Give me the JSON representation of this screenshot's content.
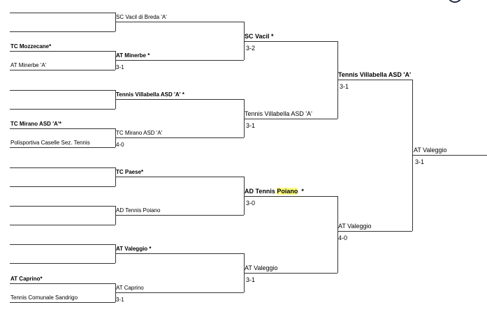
{
  "round1": [
    {
      "top": "",
      "bottom": "",
      "winner": "SC Vacil di Breda 'A'",
      "score": ""
    },
    {
      "top": "TC Mozzecane*",
      "bottom": "AT Minerbe 'A'",
      "winner": "AT Minerbe *",
      "score": "3-1"
    },
    {
      "top": "",
      "bottom": "",
      "winner": "Tennis Villabella ASD 'A'  *",
      "score": ""
    },
    {
      "top": "TC Mirano ASD 'A'*",
      "bottom": "Polisportiva Caselle Sez. Tennis",
      "winner": "TC Mirano ASD 'A'",
      "score": "4-0"
    },
    {
      "top": "",
      "bottom": "",
      "winner": "TC Paese*",
      "score": ""
    },
    {
      "top": "",
      "bottom": "",
      "winner": "AD Tennis Poiano",
      "score": ""
    },
    {
      "top": "",
      "bottom": "",
      "winner": "AT Valeggio  *",
      "score": ""
    },
    {
      "top": "AT Caprino*",
      "bottom": "Tennis Comunale Sandrigo",
      "winner": "AT Caprino",
      "score": "3-1"
    }
  ],
  "round2": [
    {
      "winner": "SC Vacil *",
      "score": "3-2"
    },
    {
      "winner": "Tennis Villabella ASD 'A'",
      "score": "3-1"
    },
    {
      "winner_prefix": "AD Tennis ",
      "winner_highlight": "Poiano",
      "winner_suffix": "  *",
      "score": "3-0"
    },
    {
      "winner": "AT Valeggio",
      "score": "3-1"
    }
  ],
  "round3": [
    {
      "winner": "Tennis Villabella ASD 'A'",
      "score": "3-1"
    },
    {
      "winner": "AT Valeggio",
      "score": "4-0"
    }
  ],
  "final": {
    "winner": "AT Valeggio",
    "score": "3-1"
  }
}
